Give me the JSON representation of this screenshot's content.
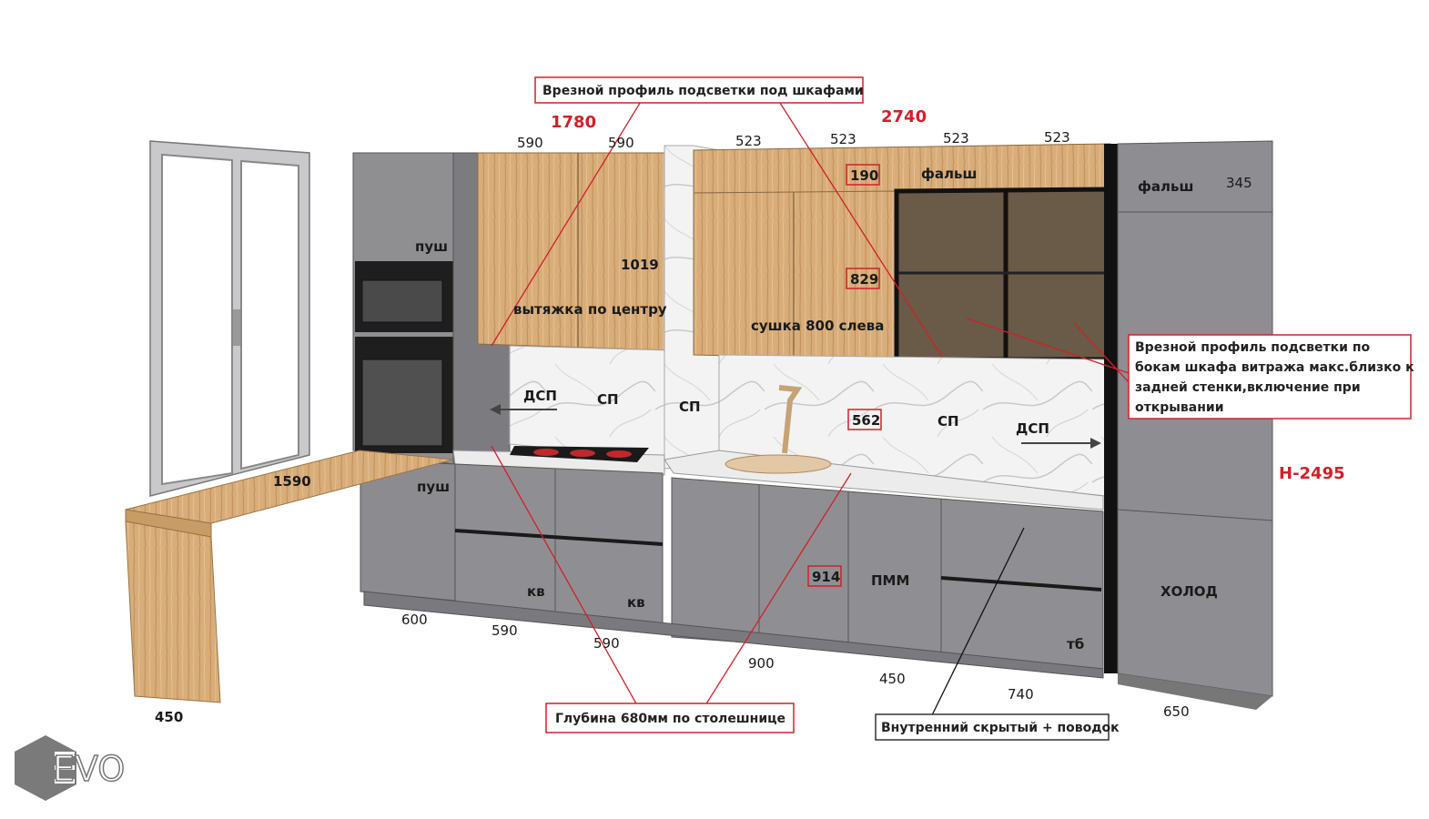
{
  "colors": {
    "annotation_red": "#d0202a",
    "cabinet_grey": "#8e8e91",
    "cabinet_grey_dark": "#6f6f72",
    "wood": "#d4aa78",
    "marble": "#f1f1f1",
    "black": "#1b1b1b"
  },
  "callouts": {
    "top_profile": "Врезной профиль подсветки под шкафами",
    "side_profile_lines": [
      "Врезной профиль подсветки по",
      "бокам шкафа витража макс.близко к",
      "задней стенки,включение при",
      "открывании"
    ],
    "depth": "Глубина 680мм по столешнице",
    "hidden_mechanism": "Внутренний скрытый + поводок"
  },
  "overall_dims": {
    "left_width": "1780",
    "right_width": "2740",
    "height": "H-2495"
  },
  "boxed_dims": {
    "falsh_height": "190",
    "upper_height": "829",
    "backsplash_height": "562",
    "base_height": "914"
  },
  "dims": {
    "upper_w1": "590",
    "upper_w2": "590",
    "upper_w3": "523",
    "upper_w4": "523",
    "upper_w5": "523",
    "upper_w6": "523",
    "upper_h_left": "1019",
    "tall_falsh": "345",
    "bar_length": "1590",
    "bar_width": "450",
    "base_w1": "600",
    "base_w2": "590",
    "base_w3": "590",
    "base_w4": "900",
    "base_w5": "450",
    "base_w6": "740",
    "base_w7": "650"
  },
  "labels": {
    "push_top": "пуш",
    "push_bottom": "пуш",
    "hood": "вытяжка по центру",
    "dryer": "сушка 800 слева",
    "falsh_upper": "фальш",
    "falsh_tall": "фальш",
    "dsp_left": "ДСП",
    "sp_left": "СП",
    "sp_pillar": "СП",
    "sp_right": "СП",
    "dsp_right": "ДСП",
    "kv1": "кв",
    "kv2": "кв",
    "pmm": "ПММ",
    "tb": "тб",
    "fridge": "ХОЛОД"
  },
  "logo": "EVO"
}
